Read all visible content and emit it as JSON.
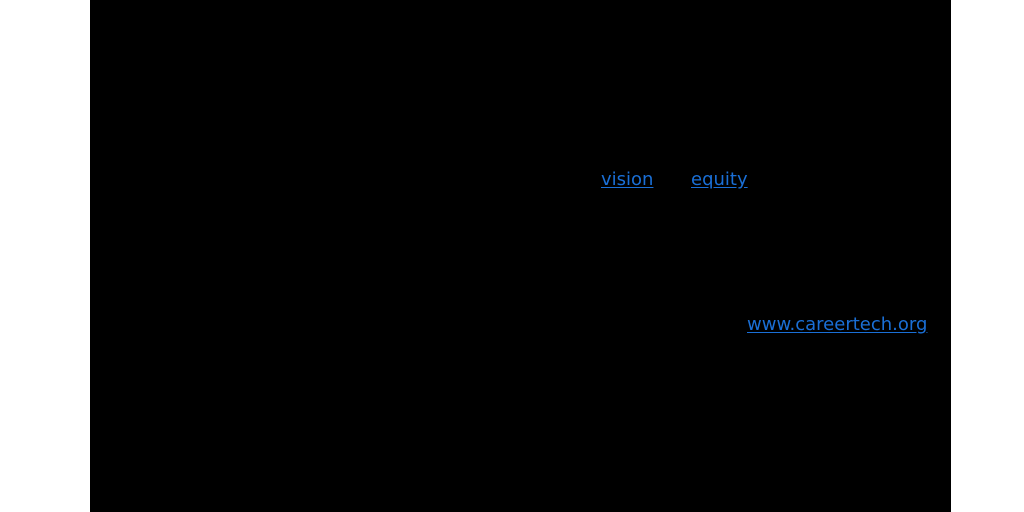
{
  "links": {
    "vision": "vision",
    "equity": "equity",
    "website": "www.careertech.org"
  },
  "colors": {
    "background": "#ffffff",
    "panel": "#000000",
    "link": "#1a6fd6"
  }
}
